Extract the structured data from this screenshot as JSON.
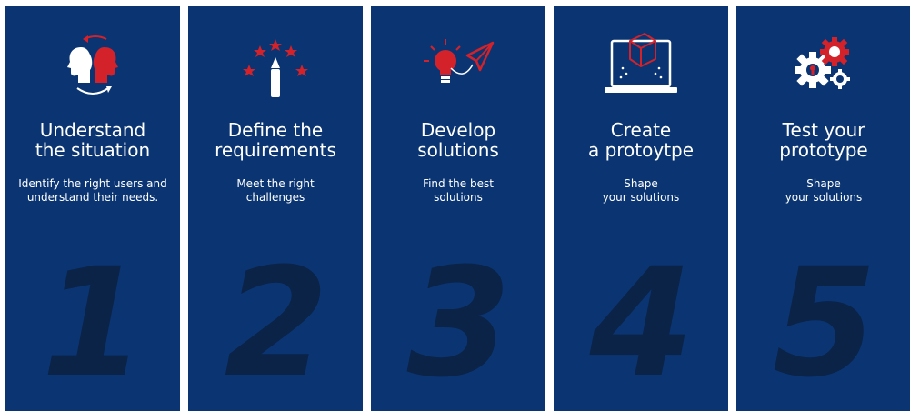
{
  "colors": {
    "panel": "#0b3572",
    "number": "#0a2347",
    "accent": "#d3222a",
    "text": "#ffffff"
  },
  "steps": [
    {
      "icon": "two-heads-exchange-icon",
      "title": [
        "Understand",
        "the situation"
      ],
      "subtitle": [
        "Identify the right users and",
        "understand their needs."
      ],
      "number": "1"
    },
    {
      "icon": "pencil-stars-icon",
      "title": [
        "Define the",
        "requirements"
      ],
      "subtitle": [
        "Meet the right",
        "challenges"
      ],
      "number": "2"
    },
    {
      "icon": "lightbulb-paper-plane-icon",
      "title": [
        "Develop",
        "solutions"
      ],
      "subtitle": [
        "Find the best",
        "solutions"
      ],
      "number": "3"
    },
    {
      "icon": "laptop-cube-icon",
      "title": [
        "Create",
        "a protoytpe"
      ],
      "subtitle": [
        "Shape",
        "your solutions"
      ],
      "number": "4"
    },
    {
      "icon": "gears-icon",
      "title": [
        "Test your",
        "prototype"
      ],
      "subtitle": [
        "Shape",
        "your solutions"
      ],
      "number": "5"
    }
  ]
}
